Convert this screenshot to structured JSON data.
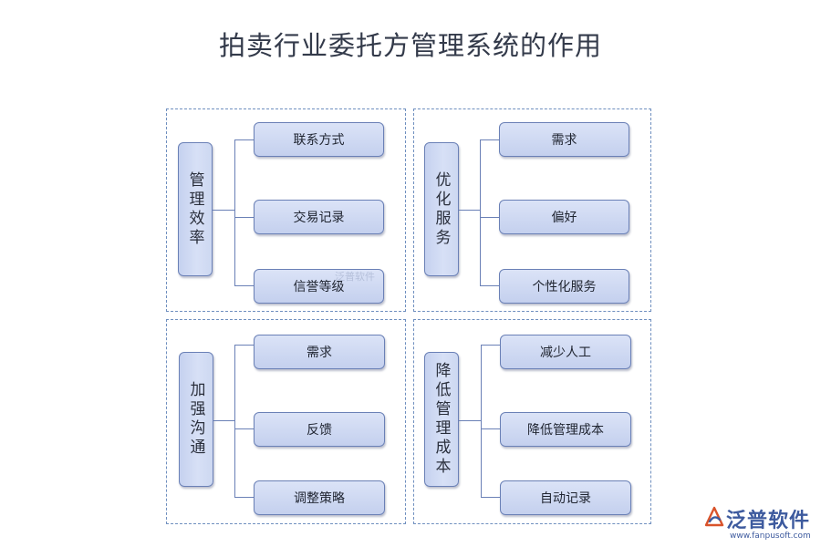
{
  "title": "拍卖行业委托方管理系统的作用",
  "panels": [
    {
      "root": "管理效率",
      "children": [
        "联系方式",
        "交易记录",
        "信誉等级"
      ]
    },
    {
      "root": "优化服务",
      "children": [
        "需求",
        "偏好",
        "个性化服务"
      ]
    },
    {
      "root": "加强沟通",
      "children": [
        "需求",
        "反馈",
        "调整策略"
      ]
    },
    {
      "root": "降低管理成本",
      "children": [
        "减少人工",
        "降低管理成本",
        "自动记录"
      ]
    }
  ],
  "watermark": "泛普软件",
  "logo": {
    "name": "泛普软件",
    "url": "www.fanpusoft.com",
    "icon": "fanpu-logo-icon"
  },
  "colors": {
    "border": "#6a80b6",
    "panel_border": "#6f8fbf",
    "node_fill": "#cdd8f1",
    "logo": "#3d5a9e"
  }
}
